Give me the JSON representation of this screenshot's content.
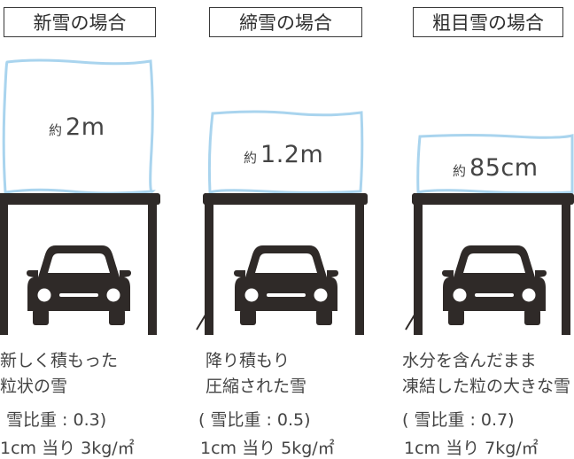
{
  "panels": [
    {
      "title": "新雪の場合",
      "depth_prefix": "約",
      "depth_value": "2m",
      "description_line1": "新しく積もった",
      "description_line2": "粒状の雪",
      "gravity": "雪比重 : 0.3)",
      "weight": "1cm 当り 3kg/㎡"
    },
    {
      "title": "締雪の場合",
      "depth_prefix": "約",
      "depth_value": "1.2m",
      "description_line1": "降り積もり",
      "description_line2": "圧縮された雪",
      "gravity": "( 雪比重 : 0.5)",
      "weight": "1cm 当り 5kg/㎡"
    },
    {
      "title": "粗目雪の場合",
      "depth_prefix": "約",
      "depth_value": "85cm",
      "description_line1": "水分を含んだまま",
      "description_line2": "凍結した粒の大きな雪",
      "gravity": "( 雪比重 : 0.7)",
      "weight": "1cm 当り 7kg/㎡"
    }
  ],
  "colors": {
    "structure": "#2f2a28",
    "snow_outline": "#a9d4ee",
    "text": "#444444",
    "label_border": "#3a3a3a"
  },
  "icons": [
    "car-icon"
  ]
}
